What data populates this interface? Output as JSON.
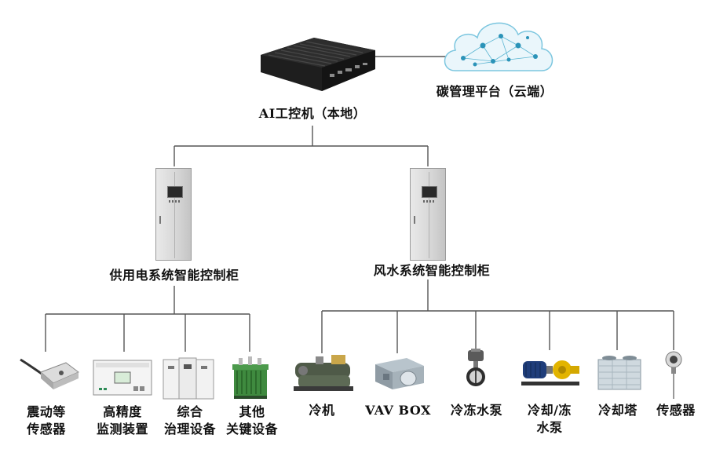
{
  "nodes": {
    "local_pc": "AI工控机（本地）",
    "cloud_platform": "碳管理平台（云端）",
    "power_cabinet": "供用电系统智能控制柜",
    "hvac_cabinet": "风水系统智能控制柜"
  },
  "power_devices": [
    {
      "line1": "震动等",
      "line2": "传感器",
      "icon": "vibration-sensor-icon"
    },
    {
      "line1": "高精度",
      "line2": "监测装置",
      "icon": "monitoring-device-icon"
    },
    {
      "line1": "综合",
      "line2": "治理设备",
      "icon": "power-quality-cabinet-icon"
    },
    {
      "line1": "其他",
      "line2": "关键设备",
      "icon": "transformer-icon"
    }
  ],
  "hvac_devices": [
    {
      "line1": "冷机",
      "line2": "",
      "icon": "chiller-icon"
    },
    {
      "line1": "VAV BOX",
      "line2": "",
      "icon": "vav-box-icon"
    },
    {
      "line1": "冷冻水泵",
      "line2": "",
      "icon": "valve-icon"
    },
    {
      "line1": "冷却/冻",
      "line2": "水泵",
      "icon": "pump-icon"
    },
    {
      "line1": "冷却塔",
      "line2": "",
      "icon": "cooling-tower-icon"
    },
    {
      "line1": "传感器",
      "line2": "",
      "icon": "sensor-probe-icon"
    }
  ],
  "colors": {
    "line": "#555555",
    "text": "#111111",
    "cloud": "#3aa6c9"
  }
}
